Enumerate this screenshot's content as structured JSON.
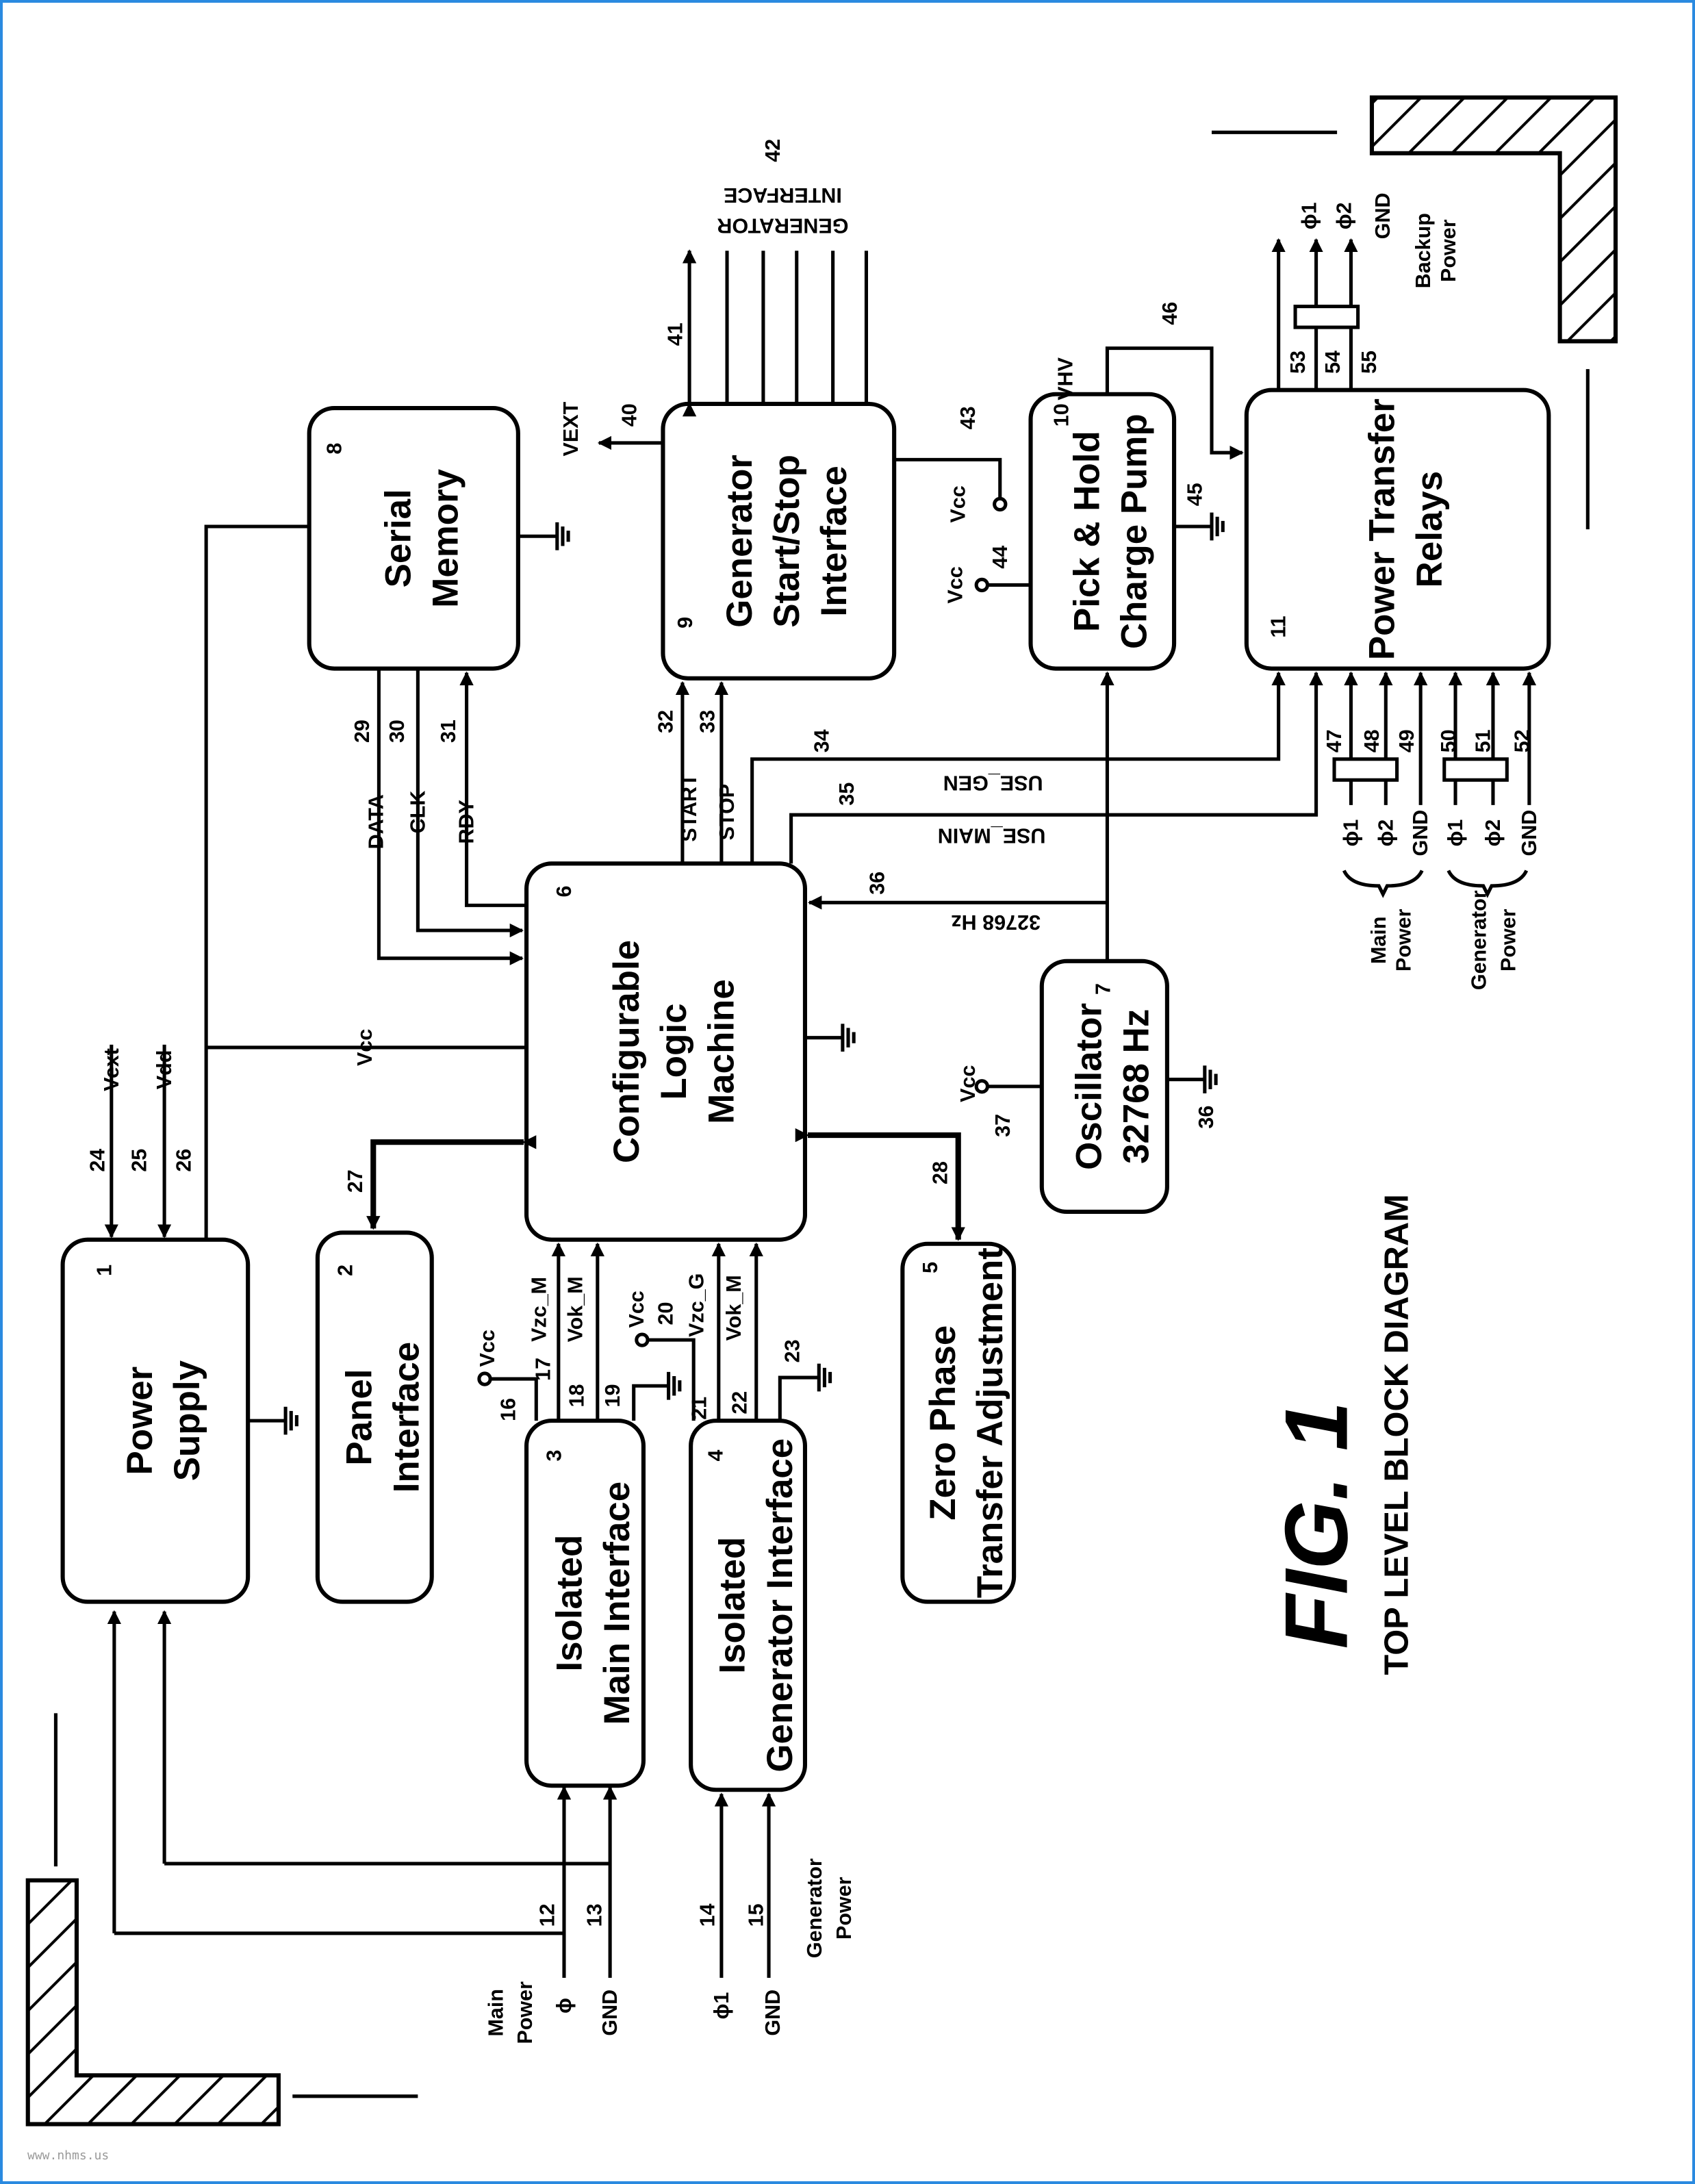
{
  "figure": {
    "title": "FIG. 1",
    "subtitle": "TOP LEVEL BLOCK DIAGRAM"
  },
  "watermark": "www.nhms.us",
  "blocks": [
    {
      "id": "1",
      "lines": [
        "Power",
        "Supply"
      ]
    },
    {
      "id": "2",
      "lines": [
        "Panel",
        "Interface"
      ]
    },
    {
      "id": "3",
      "lines": [
        "Isolated",
        "Main Interface"
      ]
    },
    {
      "id": "4",
      "lines": [
        "Isolated",
        "Generator Interface"
      ]
    },
    {
      "id": "5",
      "lines": [
        "Zero Phase",
        "Transfer Adjustment"
      ]
    },
    {
      "id": "6",
      "lines": [
        "Configurable",
        "Logic",
        "Machine"
      ]
    },
    {
      "id": "7",
      "lines": [
        "Oscillator",
        "32768 Hz"
      ]
    },
    {
      "id": "8",
      "lines": [
        "Serial",
        "Memory"
      ]
    },
    {
      "id": "9",
      "lines": [
        "Generator",
        "Start/Stop",
        "Interface"
      ]
    },
    {
      "id": "10",
      "lines": [
        "Pick & Hold",
        "Charge Pump"
      ]
    },
    {
      "id": "11",
      "lines": [
        "Power Transfer",
        "Relays"
      ]
    }
  ],
  "signals": {
    "vext": "Vext",
    "vdd": "Vdd",
    "vcc_bus": "Vcc",
    "data": "DATA",
    "clk": "CLK",
    "rdy": "RDY",
    "start": "START",
    "stop": "STOP",
    "use_gen": "USE_GEN",
    "use_main": "USE_MAIN",
    "clock": "32768 Hz",
    "vzc_m": "Vzc_M",
    "vok_m": "Vok_M",
    "vzc_g": "Vzc_G",
    "vok_m2": "Vok_M",
    "vcc_16": "Vcc",
    "vcc_20": "Vcc",
    "vcc_37": "Vcc",
    "vcc_43": "Vcc",
    "vcc_44": "Vcc",
    "vext_out": "VEXT",
    "vhv": "VHV",
    "gen_interface": [
      "GENERATOR",
      "INTERFACE"
    ],
    "main_power": [
      "Main",
      "Power"
    ],
    "main_phi": "ϕ",
    "main_gnd": "GND",
    "gen_phi1": "ϕ1",
    "gen_gnd": "GND",
    "generator_power": [
      "Generator",
      "Power"
    ],
    "backup": {
      "phi1": "ϕ1",
      "phi2": "ϕ2",
      "gnd": "GND",
      "label": [
        "Backup",
        "Power"
      ]
    },
    "relay_main": {
      "phi1": "ϕ1",
      "phi2": "ϕ2",
      "gnd": "GND",
      "label": [
        "Main",
        "Power"
      ]
    },
    "relay_gen": {
      "phi1": "ϕ1",
      "phi2": "ϕ2",
      "gnd": "GND",
      "label": [
        "Generator",
        "Power"
      ]
    }
  },
  "refs": {
    "r12": "12",
    "r13": "13",
    "r14": "14",
    "r15": "15",
    "r16": "16",
    "r17": "17",
    "r18": "18",
    "r19": "19",
    "r20": "20",
    "r21": "21",
    "r22": "22",
    "r23": "23",
    "r24": "24",
    "r25": "25",
    "r26": "26",
    "r27": "27",
    "r28": "28",
    "r29": "29",
    "r30": "30",
    "r31": "31",
    "r32": "32",
    "r33": "33",
    "r34": "34",
    "r35": "35",
    "r36a": "36",
    "r36b": "36",
    "r37": "37",
    "r40": "40",
    "r41": "41",
    "r42": "42",
    "r43": "43",
    "r44": "44",
    "r45": "45",
    "r46": "46",
    "r47": "47",
    "r48": "48",
    "r49": "49",
    "r50": "50",
    "r51": "51",
    "r52": "52",
    "r53": "53",
    "r54": "54",
    "r55": "55"
  }
}
